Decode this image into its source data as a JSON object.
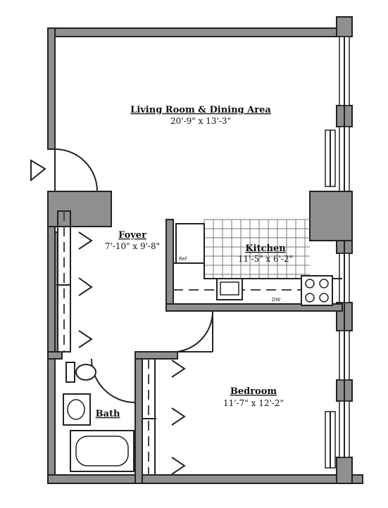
{
  "rooms": {
    "living": {
      "name": "Living Room & Dining Area",
      "dim": "20'-9\" x 13'-3\""
    },
    "foyer": {
      "name": "Foyer",
      "dim": "7'-10\" x 9'-8\""
    },
    "kitchen": {
      "name": "Kitchen",
      "dim": "11'-5\" x 6'-2\""
    },
    "bedroom": {
      "name": "Bedroom",
      "dim": "11'-7\" x 12'-2\""
    },
    "bath": {
      "name": "Bath"
    }
  },
  "fixtures": {
    "ref": "Ref",
    "dw": "DW"
  },
  "colors": {
    "wall": "#8f8f8f",
    "line": "#222222"
  }
}
